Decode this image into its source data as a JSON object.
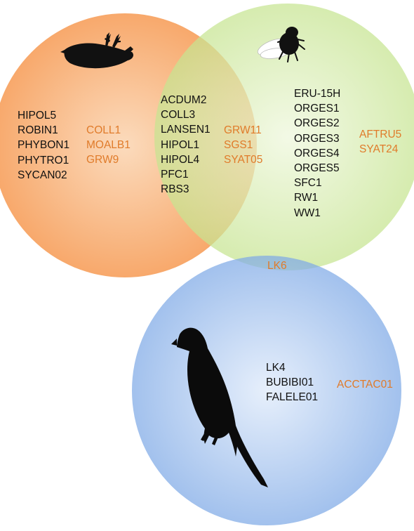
{
  "colors": {
    "orange_text": "#e07b2a",
    "black_text": "#111111",
    "circle_bird": "#f7a05f",
    "circle_insect": "#c8e693",
    "circle_falcon": "#7da9e6"
  },
  "icons": {
    "bird_circle": "dead-bird-silhouette-icon",
    "insect_circle": "fly-silhouette-icon",
    "falcon_circle": "falcon-silhouette-icon"
  },
  "bird_only": {
    "black": [
      "HIPOL5",
      "ROBIN1",
      "PHYBON1",
      "PHYTRO1",
      "SYCAN02"
    ],
    "orange": [
      "COLL1",
      "MOALB1",
      "GRW9"
    ]
  },
  "bird_insect": {
    "black": [
      "ACDUM2",
      "COLL3",
      "LANSEN1",
      "HIPOL1",
      "HIPOL4",
      "PFC1",
      "RBS3"
    ],
    "orange": [
      "GRW11",
      "SGS1",
      "SYAT05"
    ]
  },
  "insect_only": {
    "black": [
      "ERU-15H",
      "ORGES1",
      "ORGES2",
      "ORGES3",
      "ORGES4",
      "ORGES5",
      "SFC1",
      "RW1",
      "WW1"
    ],
    "orange": [
      "AFTRU5",
      "SYAT24"
    ]
  },
  "insect_falcon": {
    "orange": [
      "LK6"
    ]
  },
  "falcon_only": {
    "black": [
      "LK4",
      "BUBIBI01",
      "FALELE01"
    ],
    "orange": [
      "ACCTAC01"
    ]
  }
}
